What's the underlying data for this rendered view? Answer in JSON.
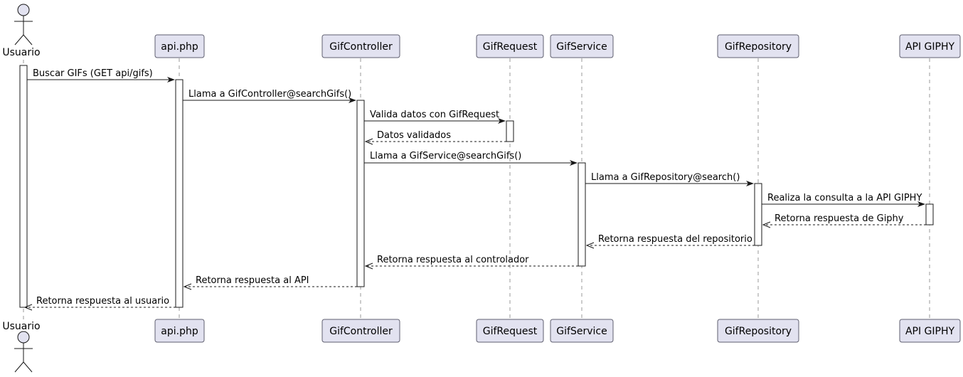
{
  "diagram": {
    "type": "sequence",
    "colors": {
      "participant_fill": "#E2E2F0",
      "line": "#181818",
      "activation_fill": "#FFFFFF"
    },
    "actor": {
      "label": "Usuario",
      "icon": "stick-figure-icon"
    },
    "participants": [
      {
        "id": "api",
        "label": "api.php"
      },
      {
        "id": "controller",
        "label": "GifController"
      },
      {
        "id": "request",
        "label": "GifRequest"
      },
      {
        "id": "service",
        "label": "GifService"
      },
      {
        "id": "repository",
        "label": "GifRepository"
      },
      {
        "id": "giphy",
        "label": "API GIPHY"
      }
    ],
    "messages": [
      {
        "from": "Usuario",
        "to": "api.php",
        "label": "Buscar GIFs (GET api/gifs)",
        "kind": "call"
      },
      {
        "from": "api.php",
        "to": "GifController",
        "label": "Llama a GifController@searchGifs()",
        "kind": "call"
      },
      {
        "from": "GifController",
        "to": "GifRequest",
        "label": "Valida datos con GifRequest",
        "kind": "call"
      },
      {
        "from": "GifRequest",
        "to": "GifController",
        "label": "Datos validados",
        "kind": "return"
      },
      {
        "from": "GifController",
        "to": "GifService",
        "label": "Llama a GifService@searchGifs()",
        "kind": "call"
      },
      {
        "from": "GifService",
        "to": "GifRepository",
        "label": "Llama a GifRepository@search()",
        "kind": "call"
      },
      {
        "from": "GifRepository",
        "to": "API GIPHY",
        "label": "Realiza la consulta a la API GIPHY",
        "kind": "call"
      },
      {
        "from": "API GIPHY",
        "to": "GifRepository",
        "label": "Retorna respuesta de Giphy",
        "kind": "return"
      },
      {
        "from": "GifRepository",
        "to": "GifService",
        "label": "Retorna respuesta del repositorio",
        "kind": "return"
      },
      {
        "from": "GifService",
        "to": "GifController",
        "label": "Retorna respuesta al controlador",
        "kind": "return"
      },
      {
        "from": "GifController",
        "to": "api.php",
        "label": "Retorna respuesta al API",
        "kind": "return"
      },
      {
        "from": "api.php",
        "to": "Usuario",
        "label": "Retorna respuesta al usuario",
        "kind": "return"
      }
    ]
  }
}
